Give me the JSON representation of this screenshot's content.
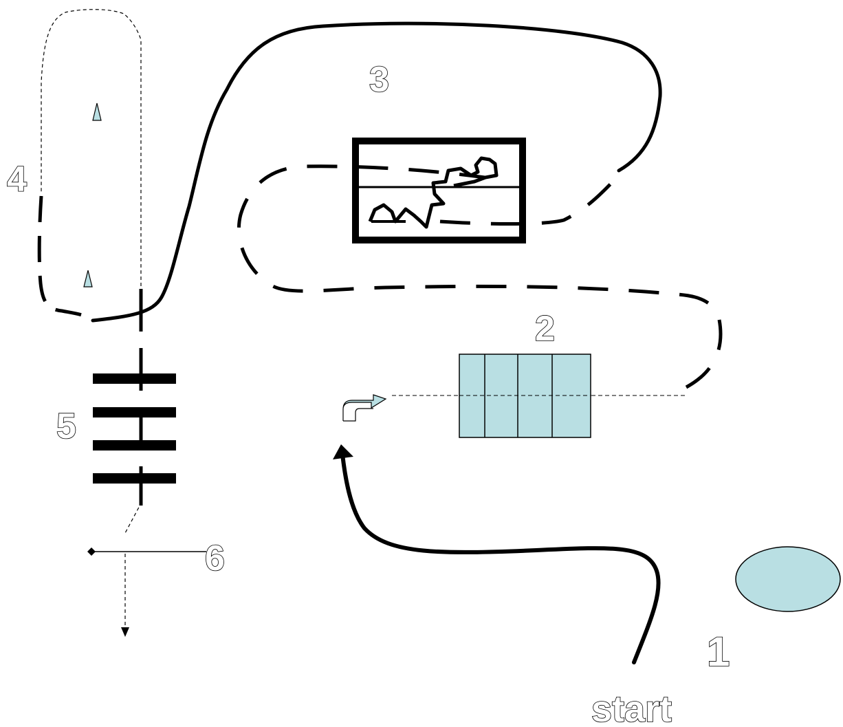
{
  "labels": {
    "step1": "1",
    "step2": "2",
    "step3": "3",
    "step4": "4",
    "step5": "5",
    "step6": "6",
    "start": "start"
  },
  "colors": {
    "line": "#000000",
    "fill_light_blue": "#b9dfe3",
    "background": "#ffffff"
  },
  "icons": {
    "turn_arrow": "curved-turn-arrow-icon",
    "triangle_markers": "triangle-marker-icon"
  }
}
